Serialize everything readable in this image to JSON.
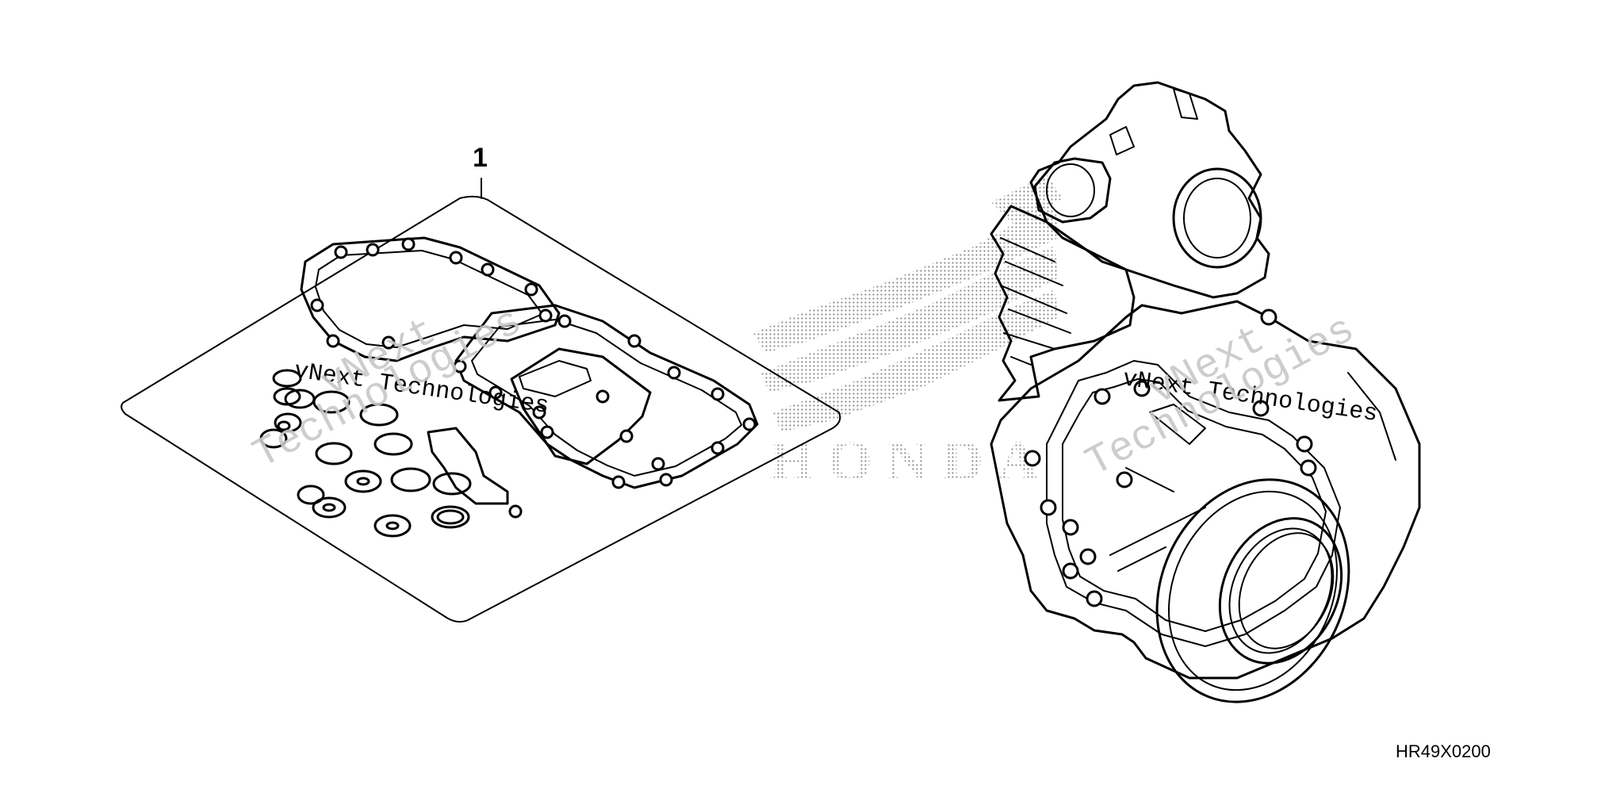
{
  "diagram": {
    "callouts": [
      {
        "label": "1"
      }
    ],
    "drawing_code": "HR49X0200",
    "watermark_text": "vNext Technologies",
    "watermark_wrap_line1": "vNext",
    "watermark_wrap_line2": "Technologies",
    "brand_watermark": "HONDA",
    "colors": {
      "ink": "#000000",
      "background": "#ffffff",
      "halftone": "#8a8a8a",
      "watermark": "#c8c8c8"
    }
  }
}
